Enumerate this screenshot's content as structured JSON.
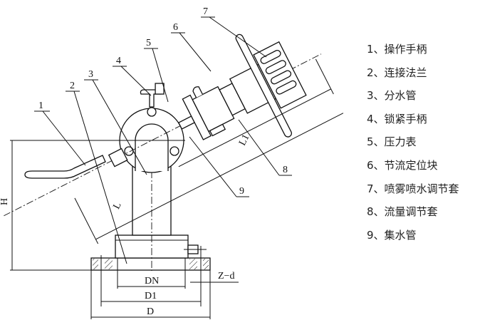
{
  "callouts": [
    "1",
    "2",
    "3",
    "4",
    "5",
    "6",
    "7",
    "8",
    "9"
  ],
  "dimensions": {
    "H": "H",
    "L": "L",
    "L1": "L1",
    "DN": "DN",
    "D1": "D1",
    "D": "D",
    "Zd": "Z−d"
  },
  "legend": [
    "1、操作手柄",
    "2、连接法兰",
    "3、分水管",
    "4、锁紧手柄",
    "5、压力表",
    "6、节流定位块",
    "7、喷雾喷水调节套",
    "8、流量调节套",
    "9、集水管"
  ]
}
